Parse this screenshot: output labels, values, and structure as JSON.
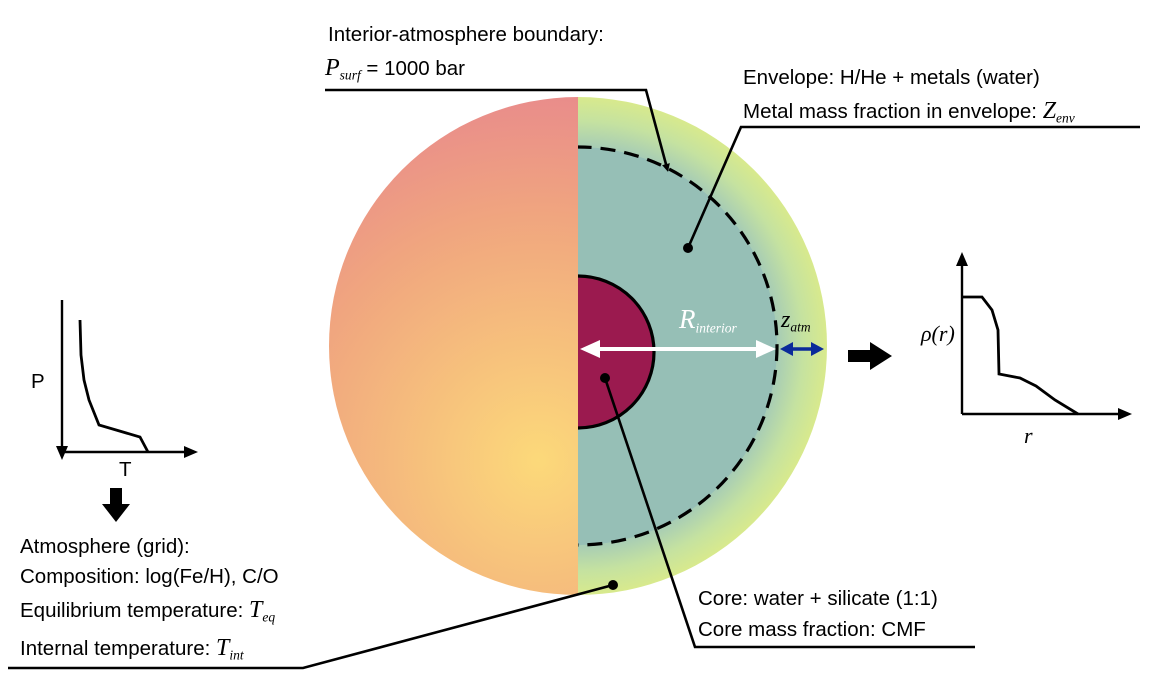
{
  "boundary": {
    "title": "Interior-atmosphere boundary:",
    "psurf_symbol": "P",
    "psurf_subscript": "surf",
    "psurf_value": " = 1000 bar"
  },
  "envelope": {
    "line1": "Envelope: H/He + metals (water)",
    "line2": "Metal mass fraction in envelope: ",
    "zenv_symbol": "Z",
    "zenv_subscript": "env"
  },
  "core": {
    "line1": "Core: water + silicate (1:1)",
    "line2": "Core mass fraction: CMF"
  },
  "atmosphere": {
    "title": "Atmosphere (grid):",
    "composition": "Composition: log(Fe/H), C/O",
    "teq_label": "Equilibrium temperature: ",
    "teq_symbol": "T",
    "teq_subscript": "eq",
    "tint_label": "Internal temperature: ",
    "tint_symbol": "T",
    "tint_subscript": "int"
  },
  "radius": {
    "symbol": "R",
    "subscript": "interior",
    "zatm_symbol": "z",
    "zatm_subscript": "atm"
  },
  "pt_plot": {
    "ylabel": "P",
    "xlabel": "T"
  },
  "density_plot": {
    "ylabel": "ρ(r)",
    "xlabel": "r"
  },
  "colors": {
    "hot_center": "#fcd97a",
    "hot_edge": "#e77f90",
    "envelope_interior": "#96bfb6",
    "atmosphere_ring": "#cde58f",
    "core": "#9b1a4f",
    "radius_arrow": "#ffffff",
    "zatm_arrow": "#0b2a9a"
  }
}
